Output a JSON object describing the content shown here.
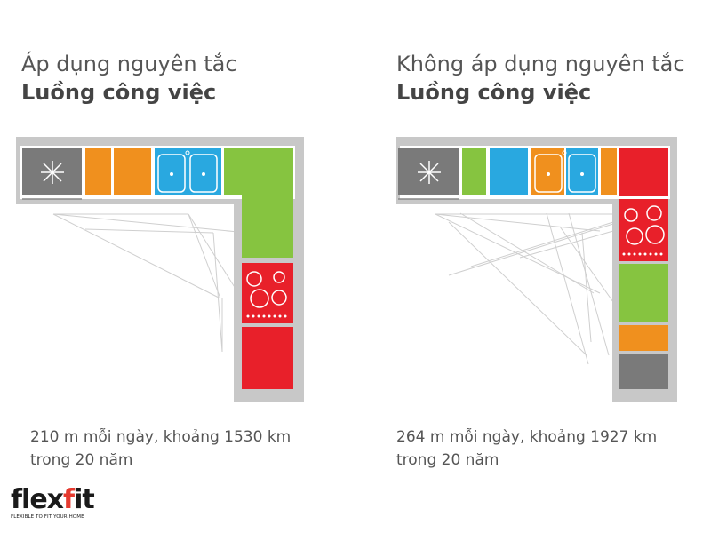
{
  "left": {
    "title_line1": "Áp dụng nguyên tắc",
    "title_line2": "Luồng công việc",
    "caption_line1": "210 m mỗi ngày, khoảng 1530 km",
    "caption_line2": "trong 20 năm"
  },
  "right": {
    "title_line1": "Không áp dụng nguyên tắc",
    "title_line2": "Luồng công việc",
    "caption_line1": "264 m mỗi ngày, khoảng 1927 km",
    "caption_line2": "trong 20 năm"
  },
  "logo": {
    "word_start": "flex",
    "word_accent": "f",
    "word_end": "it",
    "tagline": "FLEXIBLE TO FIT YOUR HOME"
  },
  "colors": {
    "fridge": "#7a7a7a",
    "storage": "#f0901e",
    "sink": "#29a8e0",
    "prep": "#86c440",
    "cooking": "#e8202a",
    "frame": "#c8c8c8",
    "lines": "#cfcfcf"
  }
}
